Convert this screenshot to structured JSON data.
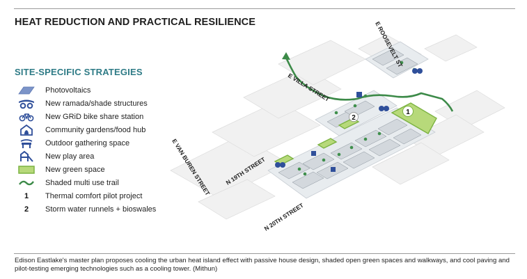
{
  "title": "HEAT REDUCTION AND PRACTICAL RESILIENCE",
  "legend": {
    "heading": "SITE-SPECIFIC STRATEGIES",
    "items": [
      {
        "icon": "photovoltaics-icon",
        "label": "Photovoltaics"
      },
      {
        "icon": "shade-structure-icon",
        "label": "New ramada/shade structures"
      },
      {
        "icon": "bike-icon",
        "label": "New GRiD bike share station"
      },
      {
        "icon": "garden-icon",
        "label": "Community gardens/food hub"
      },
      {
        "icon": "gathering-icon",
        "label": "Outdoor gathering space"
      },
      {
        "icon": "play-area-icon",
        "label": "New play area"
      },
      {
        "icon": "green-space-icon",
        "label": "New green space"
      },
      {
        "icon": "trail-icon",
        "label": "Shaded multi use trail"
      },
      {
        "number": "1",
        "label": "Thermal comfort pilot project"
      },
      {
        "number": "2",
        "label": "Storm water runnels + bioswales"
      }
    ]
  },
  "map": {
    "streets": {
      "roosevelt": "E ROOSEVELT ST",
      "villa": "E VILLA STREET",
      "van_buren": "E VAN BUREN STREET",
      "n19": "N 19TH STREET",
      "n20": "N 20TH STREET"
    },
    "markers": {
      "one": "1",
      "two": "2"
    }
  },
  "caption": "Edison Eastlake's master plan proposes cooling the urban heat island effect with passive house design, shaded open green spaces and walkways, and cool paving and pilot-testing emerging technologies such as a cooling tower. (Mithun)",
  "colors": {
    "green": "#8cc63f",
    "blue": "#2f4f9a",
    "teal": "#2e7b86",
    "trail": "#3c8a48"
  }
}
